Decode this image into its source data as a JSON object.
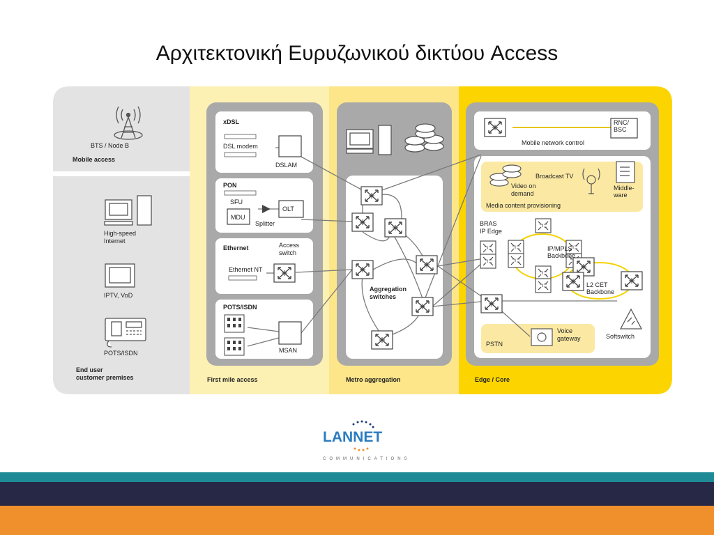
{
  "title": "Αρχιτεκτονική Ευρυζωνικού δικτύου Access",
  "zones": {
    "customer": "End user\ncustomer premises",
    "mobile_access": "Mobile access",
    "first_mile": "First mile access",
    "metro": "Metro aggregation",
    "edge": "Edge / Core"
  },
  "customer_devices": {
    "bts": "BTS / Node B",
    "internet": "High-speed\nInternet",
    "iptv": "IPTV, VoD",
    "pots": "POTS/ISDN"
  },
  "xdsl": {
    "title": "xDSL",
    "modem": "DSL modem",
    "node": "DSLAM"
  },
  "pon": {
    "title": "PON",
    "sfu": "SFU",
    "mdu": "MDU",
    "splitter": "Splitter",
    "node": "OLT"
  },
  "ethernet": {
    "title": "Ethernet",
    "nt": "Ethernet NT",
    "switch": "Access\nswitch"
  },
  "pots_isdn": {
    "title": "POTS/ISDN",
    "node": "MSAN"
  },
  "metro": {
    "aggregation": "Aggregation\nswitches"
  },
  "edge": {
    "mobile_control": "Mobile network control",
    "rnc": "RNC/\nBSC",
    "broadcast": "Broadcast TV",
    "vod": "Video on\ndemand",
    "middleware": "Middle-\nware",
    "media": "Media content provisioning",
    "bras": "BRAS\nIP Edge",
    "ipmpls": "IP/MPLS\nBackbone",
    "l2cet": "L2 CET\nBackbone",
    "voice_gw": "Voice\ngateway",
    "pstn": "PSTN",
    "softswitch": "Softswitch"
  },
  "logo": {
    "word": "LANNET",
    "sub": "COMMUNICATIONS"
  },
  "colors": {
    "zone_gray": "#e3e3e3",
    "zone_light_yellow": "#fdf0b3",
    "zone_mid_yellow": "#fde68a",
    "zone_yellow": "#fcd500",
    "inner_gray": "#a9a9a9",
    "highlight": "#fbe9a3",
    "teal": "#1d8a96",
    "navy": "#272845",
    "orange": "#f0902c"
  },
  "icons": [
    "antenna-icon",
    "computer-icon",
    "server-icon",
    "database-icon",
    "monitor-icon",
    "phone-icon",
    "switch-icon",
    "router-icon",
    "building-icon",
    "triangle-icon"
  ]
}
